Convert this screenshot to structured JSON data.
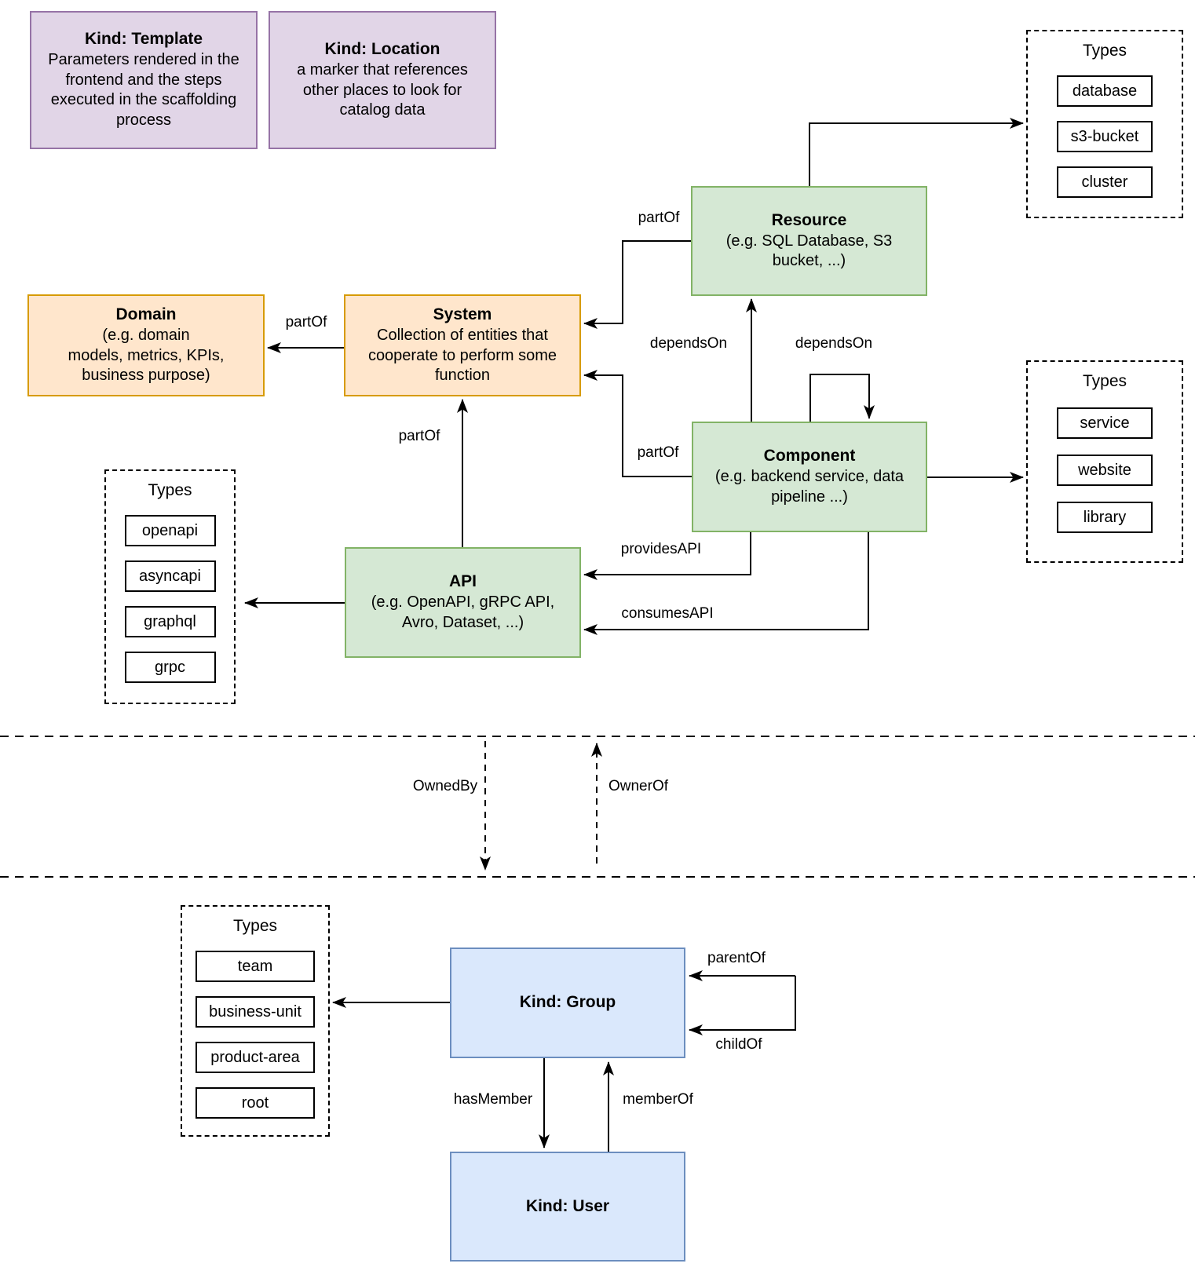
{
  "notes": {
    "template": {
      "title": "Kind: Template",
      "body": "Parameters rendered in the\nfrontend and the steps\nexecuted in  the scaffolding\nprocess"
    },
    "location": {
      "title": "Kind: Location",
      "body": "a marker that references\nother places to look for\ncatalog data"
    }
  },
  "entities": {
    "resource": {
      "title": "Resource",
      "body": "(e.g. SQL Database, S3\nbucket, ...)"
    },
    "domain": {
      "title": "Domain",
      "body": "(e.g.  domain\nmodels, metrics, KPIs,\nbusiness purpose)"
    },
    "system": {
      "title": "System",
      "body": "Collection of entities that\ncooperate to perform some\nfunction"
    },
    "component": {
      "title": "Component",
      "body": "(e.g. backend service, data\npipeline ...)"
    },
    "api": {
      "title": "API",
      "body": "(e.g. OpenAPI, gRPC API,\nAvro, Dataset, ...)"
    },
    "group": {
      "title": "Kind: Group"
    },
    "user": {
      "title": "Kind: User"
    }
  },
  "types": {
    "resource": {
      "title": "Types",
      "items": [
        "database",
        "s3-bucket",
        "cluster"
      ]
    },
    "component": {
      "title": "Types",
      "items": [
        "service",
        "website",
        "library"
      ]
    },
    "api": {
      "title": "Types",
      "items": [
        "openapi",
        "asyncapi",
        "graphql",
        "grpc"
      ]
    },
    "group": {
      "title": "Types",
      "items": [
        "team",
        "business-unit",
        "product-area",
        "root"
      ]
    }
  },
  "labels": {
    "part_of_system_domain": "partOf",
    "part_of_resource_system": "partOf",
    "part_of_component_system": "partOf",
    "part_of_api_system": "partOf",
    "depends_on_resource": "dependsOn",
    "depends_on_self": "dependsOn",
    "provides_api": "providesAPI",
    "consumes_api": "consumesAPI",
    "owned_by": "OwnedBy",
    "owner_of": "OwnerOf",
    "parent_of": "parentOf",
    "child_of": "childOf",
    "has_member": "hasMember",
    "member_of": "memberOf"
  },
  "colors": {
    "purple_fill": "#E1D5E7",
    "purple_border": "#9673A6",
    "orange_fill": "#FFE6CC",
    "orange_border": "#D79B00",
    "green_fill": "#D5E8D4",
    "green_border": "#82B366",
    "blue_fill": "#DAE8FC",
    "blue_border": "#6C8EBF",
    "line": "#000000"
  }
}
